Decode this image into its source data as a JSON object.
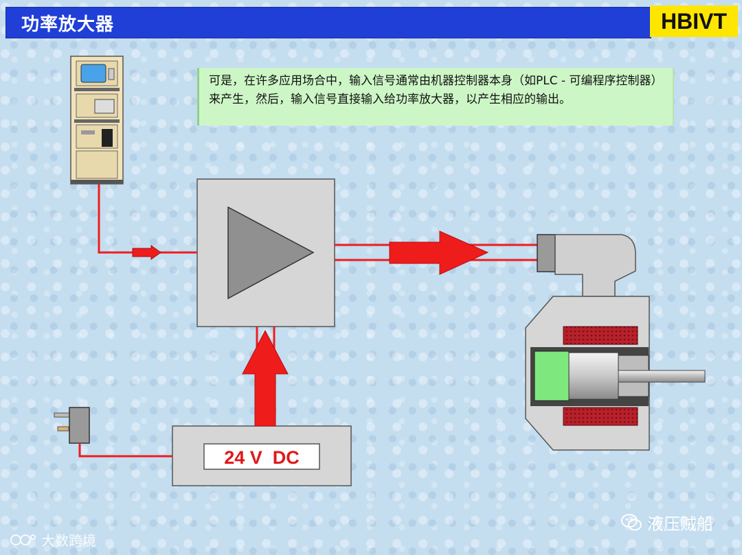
{
  "header": {
    "title": "功率放大器",
    "logo": "HBIVT"
  },
  "note": {
    "text": "可是，在许多应用场合中，输入信号通常由机器控制器本身（如PLC - 可编程序控制器）来产生，然后，输入信号直接输入给功率放大器，以产生相应的输出。"
  },
  "power_supply": {
    "label": "24 V  DC"
  },
  "watermarks": {
    "left": "大数跨境",
    "right": "液压贼船"
  },
  "colors": {
    "title_bar": "#1f3fd6",
    "logo_bg": "#ffe600",
    "note_bg": "#cdf6c6",
    "signal": "#ef1c1c",
    "box_gray": "#d6d6d6"
  }
}
